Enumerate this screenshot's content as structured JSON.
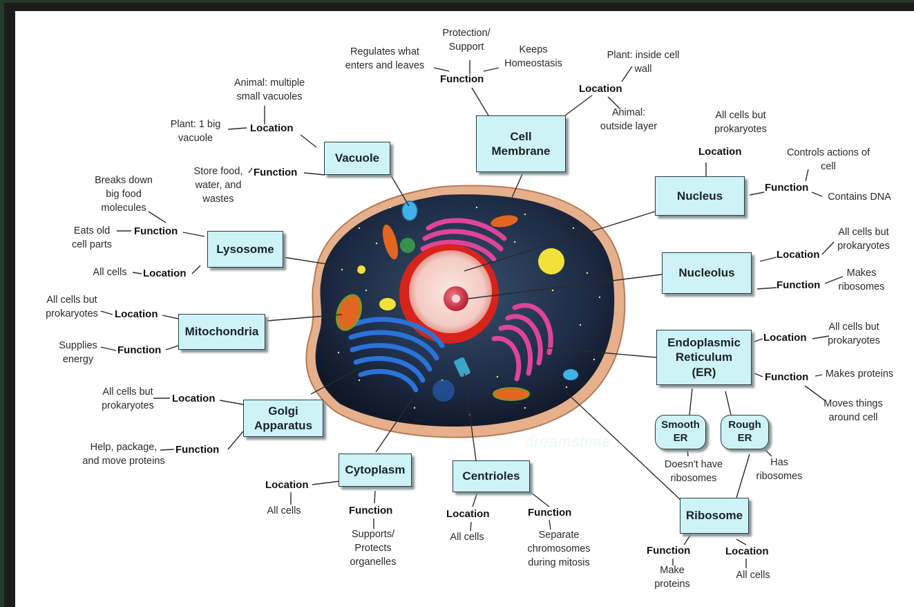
{
  "organelles": {
    "cell_membrane": "Cell\nMembrane",
    "vacuole": "Vacuole",
    "lysosome": "Lysosome",
    "nucleus": "Nucleus",
    "nucleolus": "Nucleolus",
    "mitochondria": "Mitochondria",
    "golgi": "Golgi\nApparatus",
    "er": "Endoplasmic\nReticulum\n(ER)",
    "smooth_er": "Smooth\nER",
    "rough_er": "Rough\nER",
    "cytoplasm": "Cytoplasm",
    "centrioles": "Centrioles",
    "ribosome": "Ribosome"
  },
  "keywords": {
    "function": "Function",
    "location": "Location"
  },
  "notes": {
    "membrane_protection": "Protection/\nSupport",
    "membrane_regulates": "Regulates what\nenters and leaves",
    "membrane_homeostasis": "Keeps\nHomeostasis",
    "membrane_plant": "Plant: inside cell\nwall",
    "membrane_animal": "Animal:\noutside layer",
    "vacuole_animal": "Animal: multiple\nsmall vacuoles",
    "vacuole_plant": "Plant: 1 big\nvacuole",
    "vacuole_function": "Store food,\nwater, and\nwastes",
    "lysosome_breaks": "Breaks down\nbig food\nmolecules",
    "lysosome_eats": "Eats old\ncell parts",
    "lysosome_location": "All cells",
    "mito_location": "All cells but\nprokaryotes",
    "mito_function": "Supplies\nenergy",
    "golgi_location": "All cells but\nprokaryotes",
    "golgi_function": "Help, package,\nand move proteins",
    "cytoplasm_location": "All cells",
    "cytoplasm_function": "Supports/\nProtects\norganelles",
    "centrioles_location": "All cells",
    "centrioles_function": "Separate\nchromosomes\nduring mitosis",
    "ribosome_function": "Make\nproteins",
    "ribosome_location": "All cells",
    "nucleus_location": "All cells but\nprokaryotes",
    "nucleus_controls": "Controls actions of\ncell",
    "nucleus_dna": "Contains DNA",
    "nucleolus_location": "All cells but\nprokaryotes",
    "nucleolus_function": "Makes\nribosomes",
    "er_location": "All cells but\nprokaryotes",
    "er_makes": "Makes proteins",
    "er_moves": "Moves things\naround cell",
    "smooth_note": "Doesn't have\nribosomes",
    "rough_note": "Has\nribosomes"
  },
  "watermark": {
    "main": "dreamstime",
    "suffix": ".com"
  }
}
